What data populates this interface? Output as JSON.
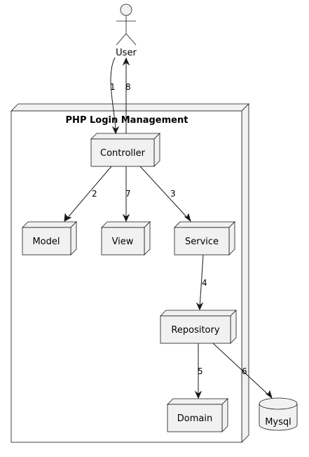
{
  "diagram": {
    "package_title": "PHP Login Management",
    "actor": {
      "label": "User"
    },
    "nodes": {
      "controller": "Controller",
      "model": "Model",
      "view": "View",
      "service": "Service",
      "repository": "Repository",
      "domain": "Domain",
      "mysql": "Mysql"
    },
    "edges": [
      {
        "from": "User",
        "to": "Controller",
        "label": "1"
      },
      {
        "from": "Controller",
        "to": "Model",
        "label": "2"
      },
      {
        "from": "Controller",
        "to": "Service",
        "label": "3"
      },
      {
        "from": "Service",
        "to": "Repository",
        "label": "4"
      },
      {
        "from": "Repository",
        "to": "Domain",
        "label": "5"
      },
      {
        "from": "Repository",
        "to": "Mysql",
        "label": "6"
      },
      {
        "from": "Controller",
        "to": "View",
        "label": "7"
      },
      {
        "from": "Controller",
        "to": "User",
        "label": "8"
      }
    ]
  }
}
